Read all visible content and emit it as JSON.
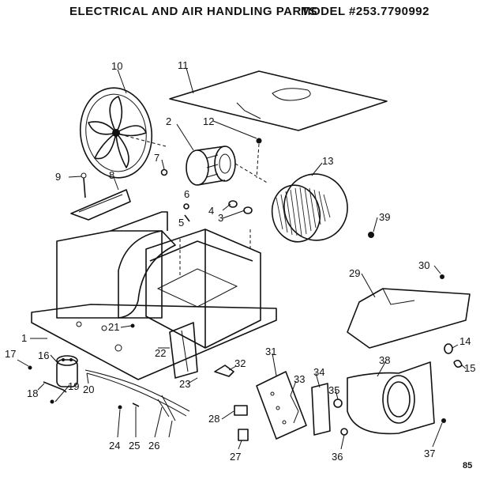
{
  "header": {
    "title": "ELECTRICAL AND AIR HANDLING PARTS",
    "model": "MODEL #253.7790992"
  },
  "callouts": [
    {
      "id": "1",
      "label": "1"
    },
    {
      "id": "2",
      "label": "2"
    },
    {
      "id": "3",
      "label": "3"
    },
    {
      "id": "4",
      "label": "4"
    },
    {
      "id": "5",
      "label": "5"
    },
    {
      "id": "6",
      "label": "6"
    },
    {
      "id": "7",
      "label": "7"
    },
    {
      "id": "8",
      "label": "8"
    },
    {
      "id": "9",
      "label": "9"
    },
    {
      "id": "10",
      "label": "10"
    },
    {
      "id": "11",
      "label": "11"
    },
    {
      "id": "12",
      "label": "12"
    },
    {
      "id": "13",
      "label": "13"
    },
    {
      "id": "14",
      "label": "14"
    },
    {
      "id": "15",
      "label": "15"
    },
    {
      "id": "16",
      "label": "16"
    },
    {
      "id": "17",
      "label": "17"
    },
    {
      "id": "18",
      "label": "18"
    },
    {
      "id": "19",
      "label": "19"
    },
    {
      "id": "20",
      "label": "20"
    },
    {
      "id": "21",
      "label": "21"
    },
    {
      "id": "22",
      "label": "22"
    },
    {
      "id": "23",
      "label": "23"
    },
    {
      "id": "24",
      "label": "24"
    },
    {
      "id": "25",
      "label": "25"
    },
    {
      "id": "26",
      "label": "26"
    },
    {
      "id": "27",
      "label": "27"
    },
    {
      "id": "28",
      "label": "28"
    },
    {
      "id": "29",
      "label": "29"
    },
    {
      "id": "30",
      "label": "30"
    },
    {
      "id": "31",
      "label": "31"
    },
    {
      "id": "32",
      "label": "32"
    },
    {
      "id": "33",
      "label": "33"
    },
    {
      "id": "34",
      "label": "34"
    },
    {
      "id": "35",
      "label": "35"
    },
    {
      "id": "36",
      "label": "36"
    },
    {
      "id": "37",
      "label": "37"
    },
    {
      "id": "38",
      "label": "38"
    },
    {
      "id": "39",
      "label": "39"
    }
  ],
  "corner_code": "85"
}
